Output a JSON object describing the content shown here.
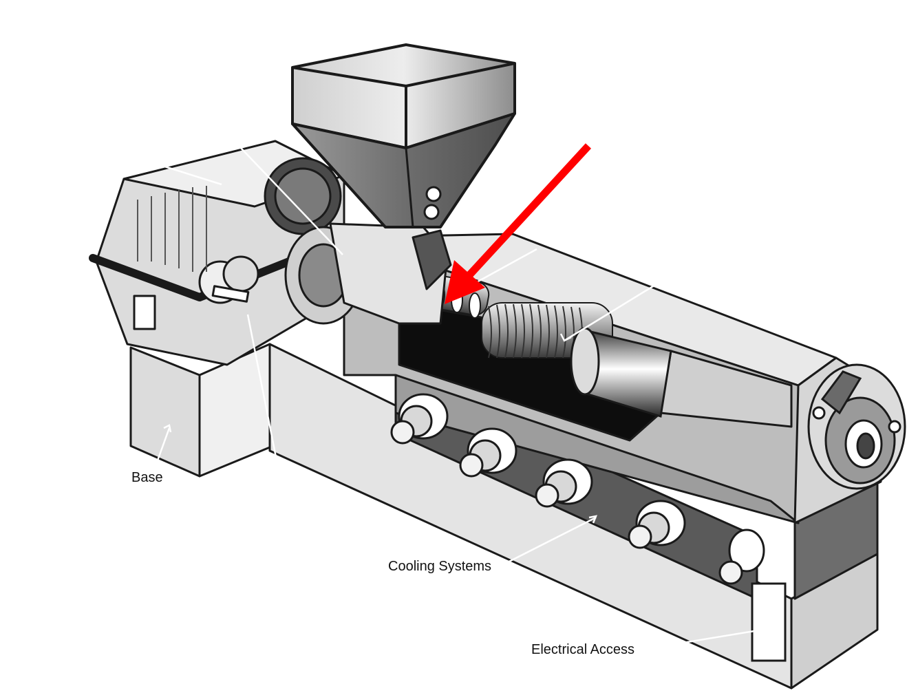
{
  "labels": {
    "base": "Base",
    "cooling_systems": "Cooling Systems",
    "electrical_access": "Electrical Access"
  },
  "colors": {
    "outline": "#1a1a1a",
    "light_panel": "#e6e6e6",
    "mid_panel": "#a9a9a9",
    "dark_panel": "#585858",
    "cavity": "#0d0d0d",
    "highlight_arrow": "#ff0000",
    "leader_line": "#ffffff"
  },
  "icons": {
    "highlight_arrow": "red-arrow-icon",
    "cooling_fan": "cooling-fan-icon"
  }
}
